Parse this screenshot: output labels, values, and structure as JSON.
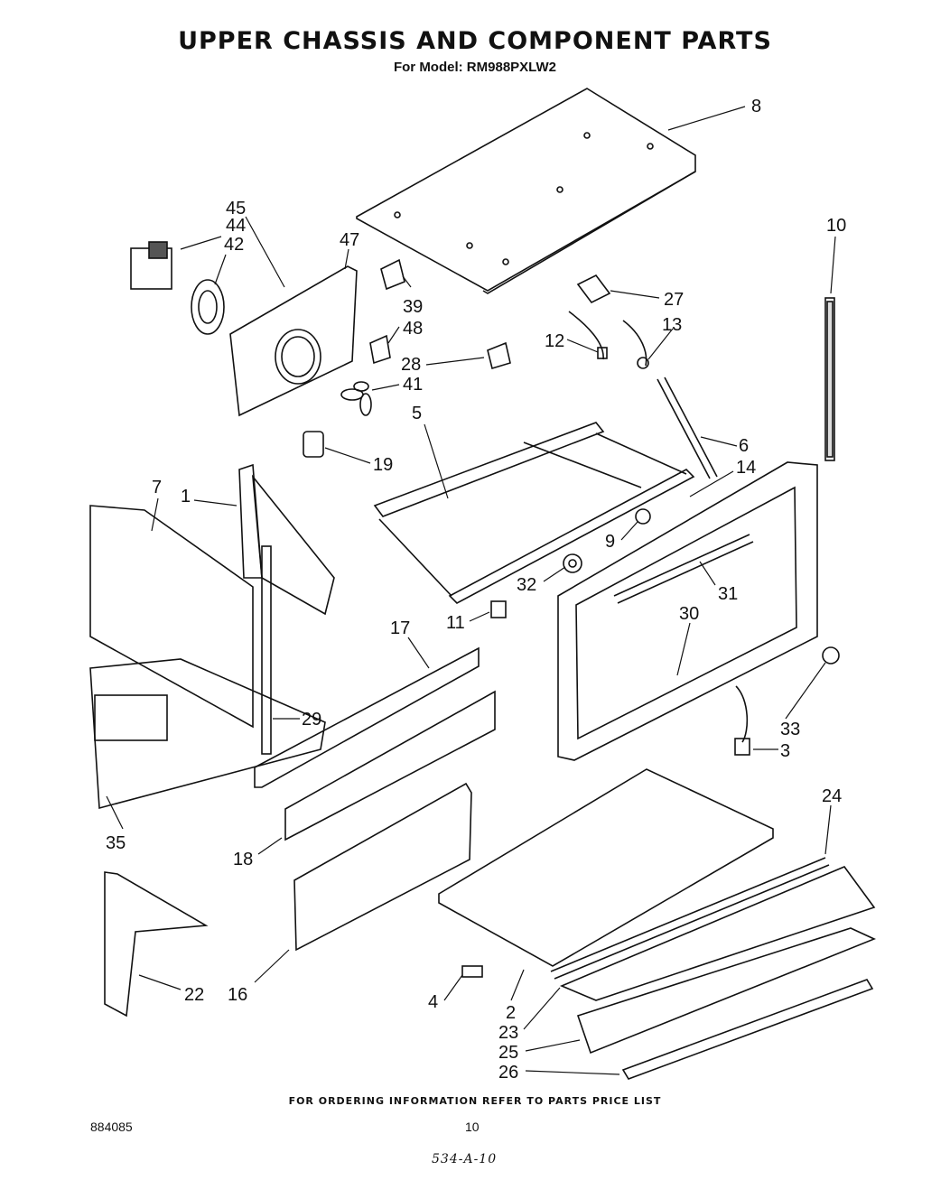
{
  "page": {
    "title": "UPPER CHASSIS AND COMPONENT PARTS",
    "subtitle": "For Model: RM988PXLW2",
    "footer_note": "FOR ORDERING INFORMATION REFER TO PARTS PRICE LIST",
    "doc_number": "884085",
    "page_number": "10",
    "handwritten_ref": "534-A-10"
  },
  "callouts": {
    "c8": "8",
    "c10": "10",
    "c45": "45",
    "c44": "44",
    "c42": "42",
    "c47": "47",
    "c39": "39",
    "c48": "48",
    "c27": "27",
    "c13": "13",
    "c12": "12",
    "c28": "28",
    "c41": "41",
    "c5": "5",
    "c6": "6",
    "c19": "19",
    "c14": "14",
    "c7": "7",
    "c1": "1",
    "c9": "9",
    "c32": "32",
    "c31": "31",
    "c11": "11",
    "c17": "17",
    "c30": "30",
    "c29": "29",
    "c33": "33",
    "c3": "3",
    "c35": "35",
    "c24": "24",
    "c18": "18",
    "c22": "22",
    "c16": "16",
    "c4": "4",
    "c2": "2",
    "c23": "23",
    "c25": "25",
    "c26": "26"
  }
}
